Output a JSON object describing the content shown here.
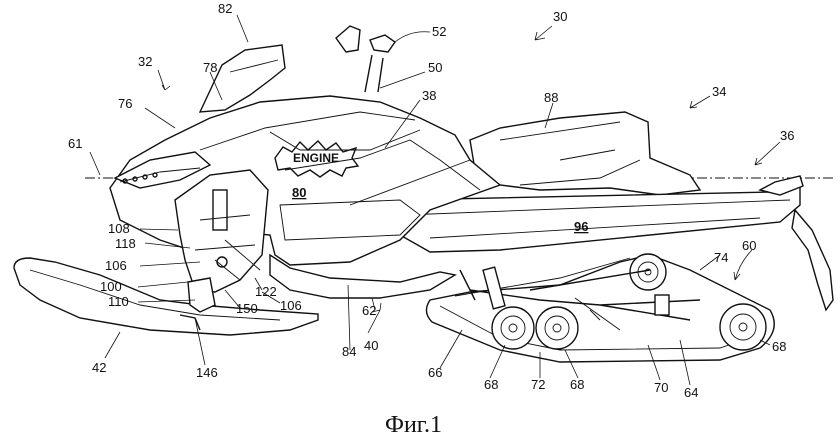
{
  "caption": "Фиг.1",
  "engine_text": "ENGINE",
  "labels": {
    "l30": "30",
    "l32": "32",
    "l34": "34",
    "l36": "36",
    "l38": "38",
    "l40": "40",
    "l42": "42",
    "l50": "50",
    "l52": "52",
    "l60": "60",
    "l61": "61",
    "l62": "62",
    "l64": "64",
    "l66": "66",
    "l68a": "68",
    "l68b": "68",
    "l68c": "68",
    "l70": "70",
    "l72": "72",
    "l74": "74",
    "l76": "76",
    "l78": "78",
    "l80": "80",
    "l82": "82",
    "l84": "84",
    "l88": "88",
    "l96": "96",
    "l100": "100",
    "l106a": "106",
    "l106b": "106",
    "l108": "108",
    "l110": "110",
    "l118": "118",
    "l122": "122",
    "l146": "146",
    "l150": "150"
  }
}
